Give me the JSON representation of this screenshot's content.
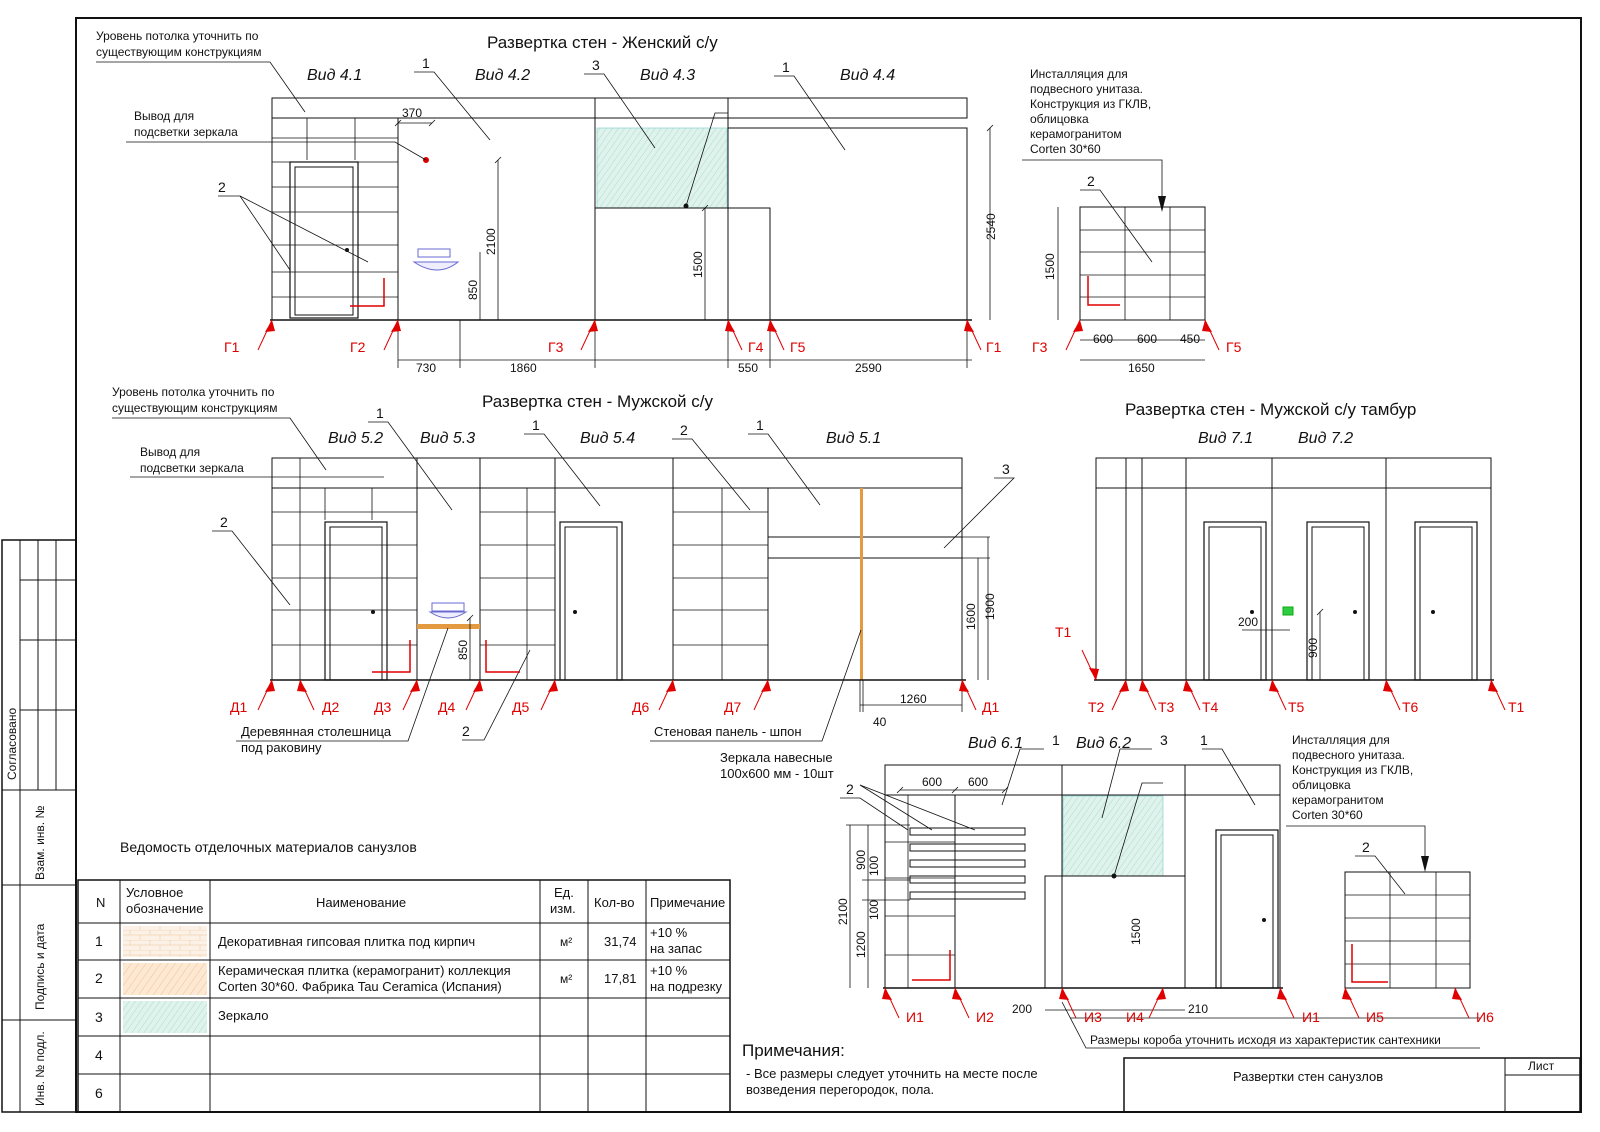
{
  "titles": {
    "female": "Развертка стен  - Женский с/у",
    "male": "Развертка стен  - Мужской с/у",
    "vestibule": "Развертка стен  - Мужской с/у тамбур"
  },
  "views": {
    "v41": "Вид 4.1",
    "v42": "Вид 4.2",
    "v43": "Вид 4.3",
    "v44": "Вид 4.4",
    "v52": "Вид 5.2",
    "v53": "Вид 5.3",
    "v54": "Вид 5.4",
    "v51": "Вид 5.1",
    "v71": "Вид 7.1",
    "v72": "Вид 7.2",
    "v61": "Вид 6.1",
    "v62": "Вид 6.2"
  },
  "notes": {
    "ceiling_1": "Уровень потолка уточнить по",
    "ceiling_2": "существующим конструкциям",
    "mirror_1": "Вывод для",
    "mirror_2": "подсветки зеркала",
    "install_1": "Инсталляция для",
    "install_2": "подвесного унитаза.",
    "install_3": "Конструкция из ГКЛВ,",
    "install_4": "облицовка",
    "install_5": "керамогранитом",
    "install_6": "Corten 30*60",
    "counter_1": "Деревянная столешница",
    "counter_2": "под раковину",
    "panel": "Стеновая панель - шпон",
    "mirrors_1": "Зеркала навесные",
    "mirrors_2": "100x600 мм - 10шт",
    "box": "Размеры короба уточнить исходя из характеристик сантехники"
  },
  "callouts": {
    "c1": "1",
    "c2": "2",
    "c3": "3"
  },
  "markers": {
    "g1": "Г1",
    "g2": "Г2",
    "g3": "Г3",
    "g4": "Г4",
    "g5": "Г5",
    "d1": "Д1",
    "d2": "Д2",
    "d3": "Д3",
    "d4": "Д4",
    "d5": "Д5",
    "d6": "Д6",
    "d7": "Д7",
    "t1": "Т1",
    "t2": "Т2",
    "t3": "Т3",
    "t4": "Т4",
    "t5": "Т5",
    "t6": "Т6",
    "i1": "И1",
    "i2": "И2",
    "i3": "И3",
    "i4": "И4",
    "i5": "И5",
    "i6": "И6"
  },
  "dims": {
    "d370": "370",
    "d2100": "2100",
    "d850": "850",
    "d1500": "1500",
    "d2540": "2540",
    "d730": "730",
    "d1860": "1860",
    "d550": "550",
    "d2590": "2590",
    "d600": "600",
    "d450": "450",
    "d1650": "1650",
    "d1600": "1600",
    "d1900": "1900",
    "d1260": "1260",
    "d40": "40",
    "d200": "200",
    "d900": "900",
    "d100": "100",
    "d1200": "1200",
    "d210": "210"
  },
  "schedule": {
    "title": "Ведомость отделочных материалов санузлов",
    "headers": {
      "n": "N",
      "sym_1": "Условное",
      "sym_2": "обозначение",
      "name": "Наименование",
      "unit_1": "Ед.",
      "unit_2": "изм.",
      "qty": "Кол-во",
      "note": "Примечание"
    },
    "rows": [
      {
        "n": "1",
        "name_1": "Декоративная гипсовая плитка под кирпич",
        "name_2": "",
        "unit": "м²",
        "qty": "31,74",
        "note_1": "+10 %",
        "note_2": "на запас"
      },
      {
        "n": "2",
        "name_1": "Керамическая плитка (керамогранит) коллекция",
        "name_2": "Corten 30*60. Фабрика Tau Ceramica (Испания)",
        "unit": "м²",
        "qty": "17,81",
        "note_1": "+10 %",
        "note_2": "на подрезку"
      },
      {
        "n": "3",
        "name_1": "Зеркало",
        "name_2": "",
        "unit": "",
        "qty": "",
        "note_1": "",
        "note_2": ""
      },
      {
        "n": "4",
        "name_1": "",
        "name_2": "",
        "unit": "",
        "qty": "",
        "note_1": "",
        "note_2": ""
      },
      {
        "n": "6",
        "name_1": "",
        "name_2": "",
        "unit": "",
        "qty": "",
        "note_1": "",
        "note_2": ""
      }
    ]
  },
  "remarks": {
    "title": "Примечания:",
    "line_1": "- Все размеры следует уточнить на месте после",
    "line_2": "возведения перегородок, пола."
  },
  "stamp": {
    "title": "Развертки стен санузлов",
    "sheet": "Лист",
    "agreed": "Согласовано",
    "inv_swap": "Взам. инв. №",
    "sign": "Подпись и дата",
    "inv_orig": "Инв. № подл."
  },
  "colors": {
    "marker": "#e00000",
    "brick_fill": "#fcf1e6",
    "brick_line": "#f1d3b4",
    "tile_fill": "#fde8d2",
    "mirror": "#b5e0d4",
    "wood": "#e49a40"
  }
}
